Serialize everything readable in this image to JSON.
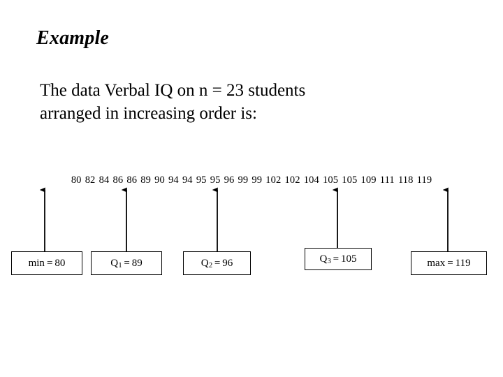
{
  "slide": {
    "title": "Example",
    "body_lines": [
      "The data Verbal IQ on n = 23 students",
      "arranged in increasing order is:"
    ]
  },
  "chart_data": {
    "type": "table",
    "title": "Example",
    "description": "The data Verbal IQ on n = 23 students arranged in increasing order is:",
    "variable": "Verbal IQ",
    "n": 23,
    "values": [
      80,
      82,
      84,
      86,
      86,
      89,
      90,
      94,
      94,
      95,
      95,
      96,
      99,
      99,
      102,
      102,
      104,
      105,
      105,
      109,
      111,
      118,
      119
    ],
    "five_number_summary": {
      "min": 80,
      "q1": 89,
      "median": 96,
      "q3": 105,
      "max": 119
    },
    "annotations": [
      {
        "label": "min",
        "symbol": "min",
        "subscript": "",
        "value": 80,
        "target_index": 0
      },
      {
        "label": "Q1",
        "symbol": "Q",
        "subscript": "1",
        "value": 89,
        "target_index": 5
      },
      {
        "label": "Q2",
        "symbol": "Q",
        "subscript": "2",
        "value": 96,
        "target_index": 11
      },
      {
        "label": "Q3",
        "symbol": "Q",
        "subscript": "3",
        "value": 105,
        "target_index": 17
      },
      {
        "label": "max",
        "symbol": "max",
        "subscript": "",
        "value": 119,
        "target_index": 22
      }
    ]
  },
  "boxes": {
    "min": {
      "symbol": "min",
      "subscript": "",
      "equals": "=",
      "value": "80"
    },
    "q1": {
      "symbol": "Q",
      "subscript": "1",
      "equals": "=",
      "value": "89"
    },
    "q2": {
      "symbol": "Q",
      "subscript": "2",
      "equals": "=",
      "value": "96"
    },
    "q3": {
      "symbol": "Q",
      "subscript": "3",
      "equals": "=",
      "value": "105"
    },
    "max": {
      "symbol": "max",
      "subscript": "",
      "equals": "=",
      "value": "119"
    }
  },
  "colors": {
    "background": "#ffffff",
    "foreground": "#000000",
    "box_border": "#000000",
    "arrow": "#000000"
  }
}
